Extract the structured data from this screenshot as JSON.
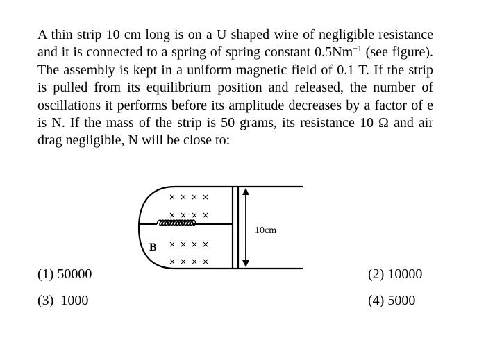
{
  "question": {
    "part1": "A thin strip 10 cm long is on a U shaped wire of negligible resistance and it is connected to a spring of spring constant 0.5Nm",
    "superscript": "−1",
    "part2": " (see figure). The assembly is kept in a uniform magnetic field of 0.1 T. If the strip is pulled from its equilibrium position and released, the number of oscillations it performs before its amplitude decreases by a factor of e is N. If the mass of the strip is 50 grams, its resistance 10 Ω and air drag negligible, N will be close to:"
  },
  "figure": {
    "field_symbol": "B",
    "length_label": "10cm",
    "cross_glyph": "×",
    "cross_rows": [
      [
        "×",
        "×",
        "×",
        "×"
      ],
      [
        "×",
        "×",
        "×",
        "×"
      ],
      [
        "×",
        "×",
        "×",
        "×"
      ],
      [
        "×",
        "×",
        "×",
        "×"
      ]
    ]
  },
  "options": [
    {
      "label": "(1) 50000"
    },
    {
      "label": "(2) 10000"
    },
    {
      "label": "(3)  1000"
    },
    {
      "label": "(4) 5000"
    }
  ]
}
